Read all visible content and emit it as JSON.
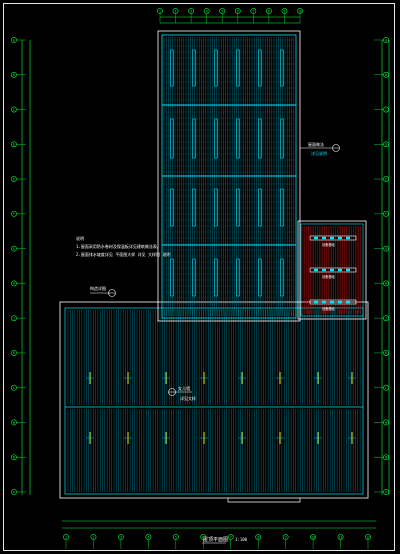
{
  "drawing": {
    "title": "屋顶平面图",
    "scale": "1:100",
    "notes_heading": "说明",
    "notes": [
      "1.屋面采用防水卷材及保温板详见建筑做法表。",
      "2.屋面排水坡度详见 平面图大样 详见 大样图 说明"
    ],
    "tower_note_label": "屋面做法",
    "tower_note_sub": "详见说明",
    "plant_labels": [
      "设备基础",
      "设备基础",
      "设备基础"
    ],
    "podium_note_label": "女儿墙",
    "podium_note_sub": "详见大样",
    "left_callout": "构造详图",
    "colors": {
      "background": "#000000",
      "cyan": "#00e5ff",
      "green": "#00ff3a",
      "white": "#ffffff",
      "red": "#d01818",
      "yellow": "#ffff33"
    },
    "top_axes": [
      "1",
      "2",
      "3",
      "4",
      "5",
      "6",
      "7",
      "8",
      "9",
      "10"
    ],
    "bottom_axes": [
      "1",
      "2",
      "3",
      "4",
      "5",
      "6",
      "7",
      "8",
      "9",
      "10",
      "11",
      "12"
    ],
    "left_axes": [
      "A",
      "B",
      "C",
      "D",
      "E",
      "F",
      "G",
      "H",
      "J",
      "K",
      "L",
      "M",
      "N",
      "P"
    ],
    "right_axes": [
      "A",
      "B",
      "C",
      "D",
      "E",
      "F",
      "G",
      "H",
      "J",
      "K",
      "L",
      "M",
      "N",
      "P"
    ]
  }
}
